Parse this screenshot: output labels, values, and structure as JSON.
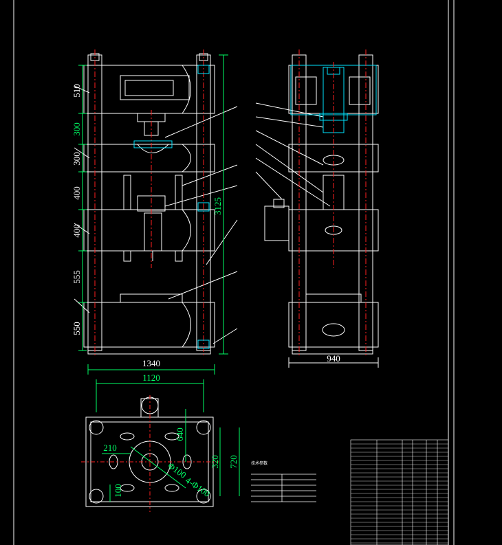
{
  "drawing": {
    "front_view": {
      "dims_left": [
        "510",
        "300",
        "300",
        "400",
        "400",
        "555",
        "550"
      ],
      "dim_height_total": "3125",
      "dim_width": "1340"
    },
    "side_view": {
      "dim_width": "940"
    },
    "plan_view": {
      "dim_width": "1120",
      "dims": [
        "210",
        "640",
        "320",
        "720",
        "100",
        "Φ100",
        "4-Φ100"
      ]
    },
    "small_table": {
      "title": "技术参数"
    },
    "colors": {
      "background": "#000000",
      "frame": "#ffffff",
      "centerline": "#ff2020",
      "dimension": "#00ff66",
      "section": "#00e5ff"
    }
  }
}
